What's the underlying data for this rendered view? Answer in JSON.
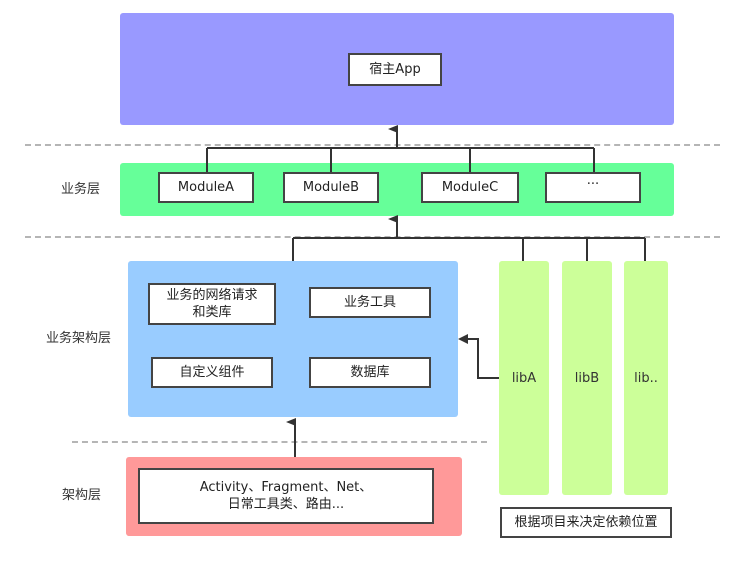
{
  "host": {
    "label": "宿主App"
  },
  "layers": {
    "business": "业务层",
    "business_framework": "业务架构层",
    "framework": "架构层"
  },
  "modules": [
    "ModuleA",
    "ModuleB",
    "ModuleC",
    "···"
  ],
  "business_framework_items": {
    "network": "业务的网络请求\n和类库",
    "tools": "业务工具",
    "widgets": "自定义组件",
    "database": "数据库"
  },
  "framework_items": {
    "core": "Activity、Fragment、Net、\n日常工具类、路由..."
  },
  "libs": [
    "libA",
    "libB",
    "lib.."
  ],
  "lib_note": "根据项目来决定依赖位置",
  "colors": {
    "host_bg": "#9999ff",
    "business_bg": "#66ff99",
    "business_framework_bg": "#99ccff",
    "framework_bg": "#ff9999",
    "lib_bg": "#ccff99"
  }
}
